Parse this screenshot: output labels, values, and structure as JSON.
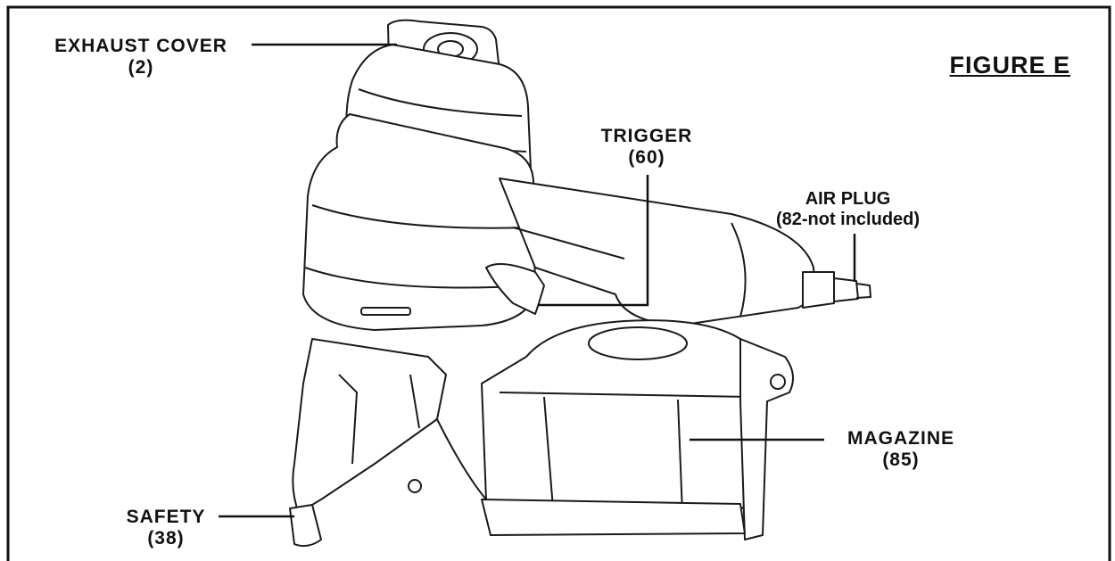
{
  "figure_title": "FIGURE E",
  "labels": {
    "exhaust_cover": {
      "name": "EXHAUST COVER",
      "part": "(2)"
    },
    "trigger": {
      "name": "TRIGGER",
      "part": "(60)"
    },
    "air_plug": {
      "name": "AIR PLUG",
      "part": "(82-not included)"
    },
    "magazine": {
      "name": "MAGAZINE",
      "part": "(85)"
    },
    "safety": {
      "name": "SAFETY",
      "part": "(38)"
    }
  },
  "colors": {
    "ink": "#111111",
    "background": "#ffffff"
  }
}
